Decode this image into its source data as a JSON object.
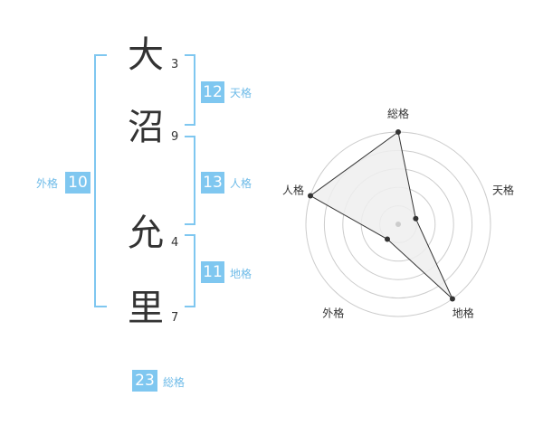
{
  "name": {
    "chars": [
      {
        "char": "大",
        "strokes": "3"
      },
      {
        "char": "沼",
        "strokes": "9"
      },
      {
        "char": "允",
        "strokes": "4"
      },
      {
        "char": "里",
        "strokes": "7"
      }
    ]
  },
  "fortunes": {
    "tenkaku": {
      "value": "12",
      "label": "天格"
    },
    "jinkaku": {
      "value": "13",
      "label": "人格"
    },
    "chikaku": {
      "value": "11",
      "label": "地格"
    },
    "gaikaku": {
      "value": "10",
      "label": "外格"
    },
    "soukaku": {
      "value": "23",
      "label": "総格"
    }
  },
  "chart_data": {
    "type": "radar",
    "axes": [
      "総格",
      "天格",
      "地格",
      "外格",
      "人格"
    ],
    "values": [
      5,
      1,
      5,
      1,
      5
    ],
    "max": 5,
    "rings": 5,
    "colors": {
      "fill": "#eeeeee",
      "line": "#333333",
      "ring": "#cccccc",
      "point": "#333333",
      "center": "#cccccc"
    }
  }
}
